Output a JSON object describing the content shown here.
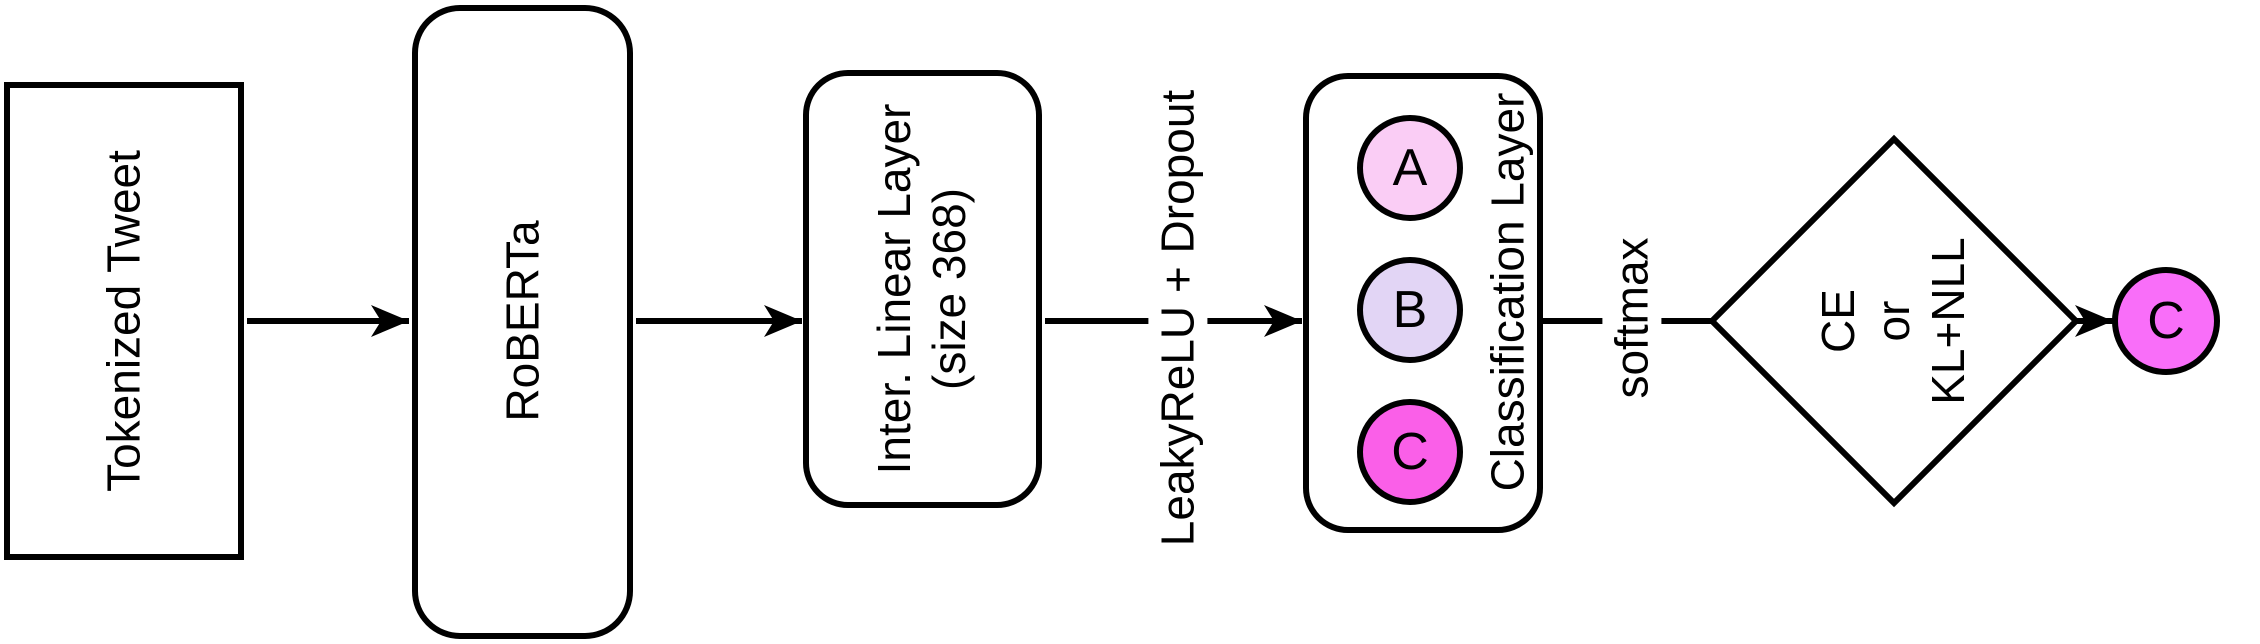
{
  "nodes": {
    "input": {
      "label": "Tokenized Tweet"
    },
    "encoder": {
      "label": "RoBERTa"
    },
    "linear": {
      "line1": "Inter. Linear Layer",
      "line2": "(size 368)"
    },
    "classification": {
      "label": "Classification Layer",
      "neuron_a": {
        "label": "A",
        "fill": "#FACDF5"
      },
      "neuron_b": {
        "label": "B",
        "fill": "#E2D5F5"
      },
      "neuron_c": {
        "label": "C",
        "fill": "#FA5FE8"
      }
    },
    "loss": {
      "line1": "CE",
      "line2": "or",
      "line3": "KL+NLL"
    },
    "output": {
      "label": "C",
      "fill": "#F96EF9"
    }
  },
  "edges": {
    "linear_to_classification": {
      "label": "LeakyReLU + Dropout"
    },
    "classification_to_loss": {
      "label": "softmax"
    }
  },
  "colors": {
    "stroke": "#000000",
    "node_fill": "#FFFFFF",
    "background": "#FFFFFF"
  }
}
